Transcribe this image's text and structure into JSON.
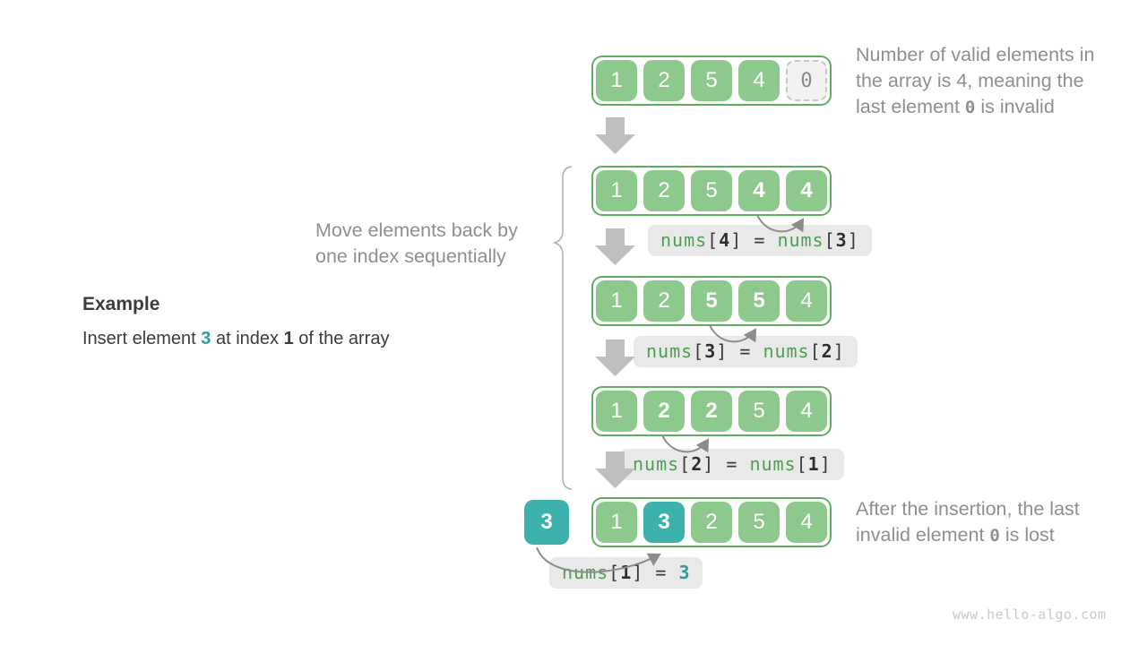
{
  "colors": {
    "cell_green": "#8DC88D",
    "container_border_green": "#5FAE5F",
    "teal": "#3DB1AC",
    "teal_text": "#2B9E99",
    "code_green": "#4E9D50",
    "invalid_bg": "#F2F2F2",
    "invalid_border": "#C6C6C6",
    "invalid_text": "#8A8A8A",
    "label_bg": "#E9E9E9",
    "big_arrow": "#BFBFBF",
    "curve_arrow": "#8C8C8C",
    "gray_text": "#8F8F8F",
    "dark_text": "#3C3C3C",
    "brace": "#ADADAD",
    "watermark_gray": "#C9C9C9"
  },
  "example": {
    "heading": "Example",
    "description": [
      {
        "text": "Insert element ",
        "style": "normal"
      },
      {
        "text": "3",
        "style": "teal-bold"
      },
      {
        "text": " at index ",
        "style": "normal"
      },
      {
        "text": "1",
        "style": "bold"
      },
      {
        "text": " of the array",
        "style": "normal"
      }
    ]
  },
  "notes": {
    "top_right": [
      [
        {
          "text": "Number of valid elements in",
          "style": "normal"
        }
      ],
      [
        {
          "text": "the array is 4, meaning the",
          "style": "normal"
        }
      ],
      [
        {
          "text": "last element ",
          "style": "normal"
        },
        {
          "text": "0",
          "style": "mono-bold"
        },
        {
          "text": " is invalid",
          "style": "normal"
        }
      ]
    ],
    "bottom_right": [
      [
        {
          "text": "After the insertion, the last",
          "style": "normal"
        }
      ],
      [
        {
          "text": "invalid element ",
          "style": "normal"
        },
        {
          "text": "0",
          "style": "mono-bold"
        },
        {
          "text": " is lost",
          "style": "normal"
        }
      ]
    ],
    "brace_label": [
      [
        {
          "text": "Move elements back by",
          "style": "normal"
        }
      ],
      [
        {
          "text": "one index sequentially",
          "style": "normal"
        }
      ]
    ]
  },
  "arrays": [
    {
      "name": "initial",
      "cells": [
        {
          "v": "1",
          "s": "green"
        },
        {
          "v": "2",
          "s": "green"
        },
        {
          "v": "5",
          "s": "green"
        },
        {
          "v": "4",
          "s": "green"
        },
        {
          "v": "0",
          "s": "invalid"
        }
      ]
    },
    {
      "name": "step-1",
      "cells": [
        {
          "v": "1",
          "s": "green"
        },
        {
          "v": "2",
          "s": "green"
        },
        {
          "v": "5",
          "s": "green"
        },
        {
          "v": "4",
          "s": "green-bold"
        },
        {
          "v": "4",
          "s": "green-bold"
        }
      ]
    },
    {
      "name": "step-2",
      "cells": [
        {
          "v": "1",
          "s": "green"
        },
        {
          "v": "2",
          "s": "green"
        },
        {
          "v": "5",
          "s": "green-bold"
        },
        {
          "v": "5",
          "s": "green-bold"
        },
        {
          "v": "4",
          "s": "green"
        }
      ]
    },
    {
      "name": "step-3",
      "cells": [
        {
          "v": "1",
          "s": "green"
        },
        {
          "v": "2",
          "s": "green-bold"
        },
        {
          "v": "2",
          "s": "green-bold"
        },
        {
          "v": "5",
          "s": "green"
        },
        {
          "v": "4",
          "s": "green"
        }
      ]
    },
    {
      "name": "final",
      "cells": [
        {
          "v": "1",
          "s": "green"
        },
        {
          "v": "3",
          "s": "teal-bold"
        },
        {
          "v": "2",
          "s": "green"
        },
        {
          "v": "5",
          "s": "green"
        },
        {
          "v": "4",
          "s": "green"
        }
      ]
    }
  ],
  "labels": [
    {
      "segments": [
        {
          "text": "nums",
          "style": "code-green"
        },
        {
          "text": "[",
          "style": "code-dark"
        },
        {
          "text": "4",
          "style": "code-bold"
        },
        {
          "text": "]",
          "style": "code-dark"
        },
        {
          "text": " = ",
          "style": "code-dark"
        },
        {
          "text": "nums",
          "style": "code-green"
        },
        {
          "text": "[",
          "style": "code-dark"
        },
        {
          "text": "3",
          "style": "code-bold"
        },
        {
          "text": "]",
          "style": "code-dark"
        }
      ]
    },
    {
      "segments": [
        {
          "text": "nums",
          "style": "code-green"
        },
        {
          "text": "[",
          "style": "code-dark"
        },
        {
          "text": "3",
          "style": "code-bold"
        },
        {
          "text": "]",
          "style": "code-dark"
        },
        {
          "text": " = ",
          "style": "code-dark"
        },
        {
          "text": "nums",
          "style": "code-green"
        },
        {
          "text": "[",
          "style": "code-dark"
        },
        {
          "text": "2",
          "style": "code-bold"
        },
        {
          "text": "]",
          "style": "code-dark"
        }
      ]
    },
    {
      "segments": [
        {
          "text": "nums",
          "style": "code-green"
        },
        {
          "text": "[",
          "style": "code-dark"
        },
        {
          "text": "2",
          "style": "code-bold"
        },
        {
          "text": "]",
          "style": "code-dark"
        },
        {
          "text": " = ",
          "style": "code-dark"
        },
        {
          "text": "nums",
          "style": "code-green"
        },
        {
          "text": "[",
          "style": "code-dark"
        },
        {
          "text": "1",
          "style": "code-bold"
        },
        {
          "text": "]",
          "style": "code-dark"
        }
      ]
    },
    {
      "segments": [
        {
          "text": "nums",
          "style": "code-green"
        },
        {
          "text": "[",
          "style": "code-dark"
        },
        {
          "text": "1",
          "style": "code-bold"
        },
        {
          "text": "]",
          "style": "code-dark"
        },
        {
          "text": " = ",
          "style": "code-dark"
        },
        {
          "text": "3",
          "style": "code-teal"
        }
      ]
    }
  ],
  "inserted_value": "3",
  "watermark": "www.hello-algo.com"
}
